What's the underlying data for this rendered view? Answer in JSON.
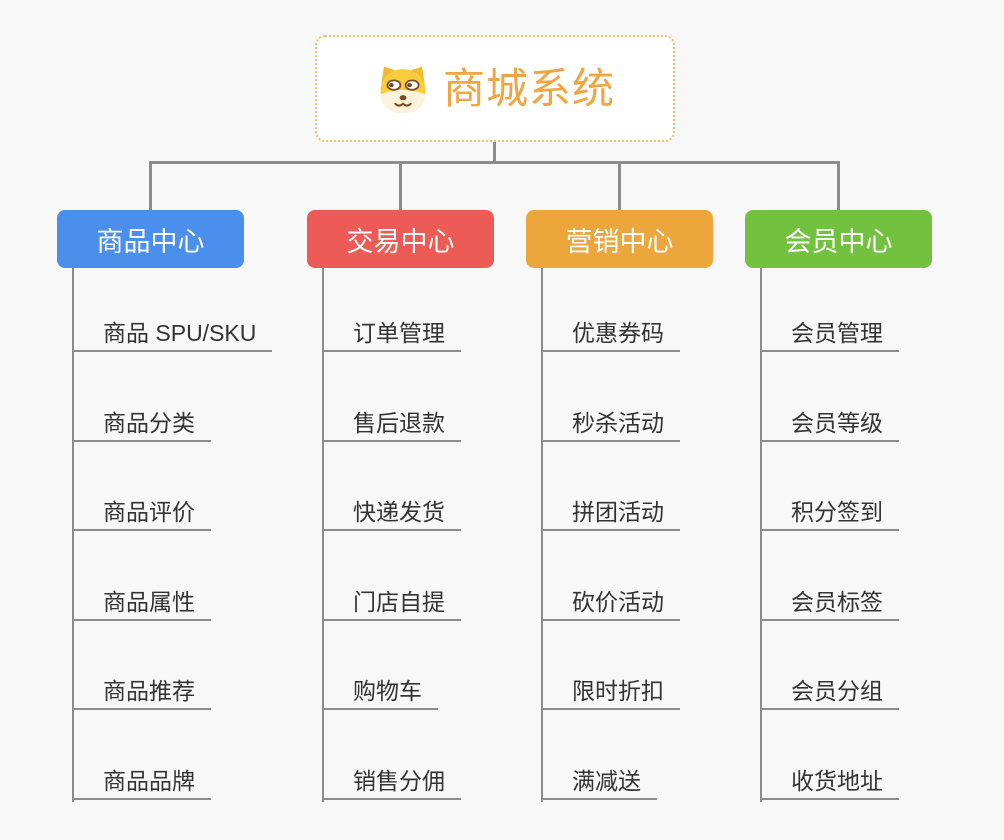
{
  "canvas": {
    "background": "#F8F8F8",
    "connector_color": "#8C8C8C",
    "underline_color": "#8C8C8C"
  },
  "root": {
    "title": "商城系统",
    "icon": "dog-face-icon",
    "text_color": "#F0A540",
    "border_color": "#F3BE6B",
    "background": "#FFFFFF"
  },
  "branches": [
    {
      "label": "商品中心",
      "color": "#4A8FEC",
      "items": [
        "商品 SPU/SKU",
        "商品分类",
        "商品评价",
        "商品属性",
        "商品推荐",
        "商品品牌"
      ]
    },
    {
      "label": "交易中心",
      "color": "#EC5B56",
      "items": [
        "订单管理",
        "售后退款",
        "快递发货",
        "门店自提",
        "购物车",
        "销售分佣"
      ]
    },
    {
      "label": "营销中心",
      "color": "#ECA63C",
      "items": [
        "优惠券码",
        "秒杀活动",
        "拼团活动",
        "砍价活动",
        "限时折扣",
        "满减送"
      ]
    },
    {
      "label": "会员中心",
      "color": "#72C13F",
      "items": [
        "会员管理",
        "会员等级",
        "积分签到",
        "会员标签",
        "会员分组",
        "收货地址"
      ]
    }
  ]
}
